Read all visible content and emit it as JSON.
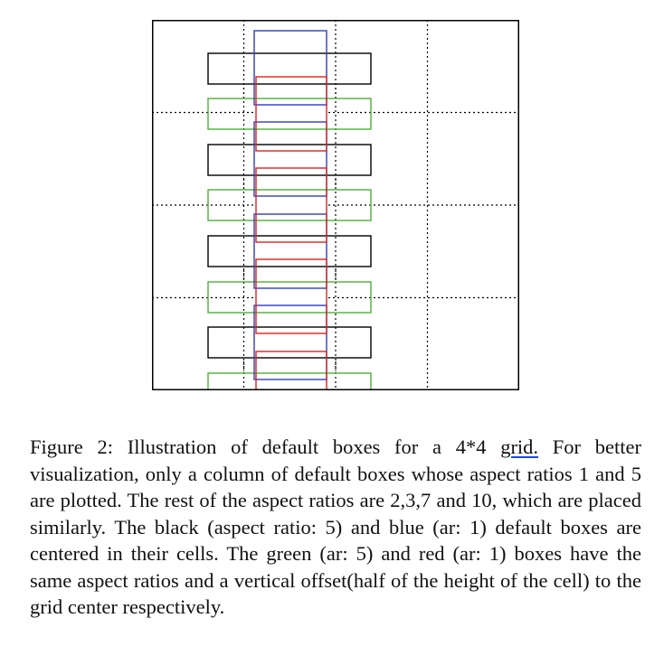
{
  "figure": {
    "grid": "4*4",
    "box_colors": {
      "black": "#000000",
      "blue": "#2e3fbf",
      "green": "#4caf3a",
      "red": "#e02020"
    },
    "grid_line_color": "#000000"
  },
  "caption": {
    "prefix": "Figure 2: Illustration of default boxes for a 4*4 ",
    "underlined": "grid.",
    "rest": " For better visualization, only a column of default boxes whose aspect ratios 1 and 5 are plotted. The rest of the aspect ratios are 2,3,7 and 10, which are placed similarly. The black (aspect ratio: 5) and blue (ar: 1) default boxes are centered in their cells. The green (ar: 5) and red (ar: 1) boxes have the same aspect ratios and a vertical offset(half of the height of the cell) to the grid center respectively."
  }
}
